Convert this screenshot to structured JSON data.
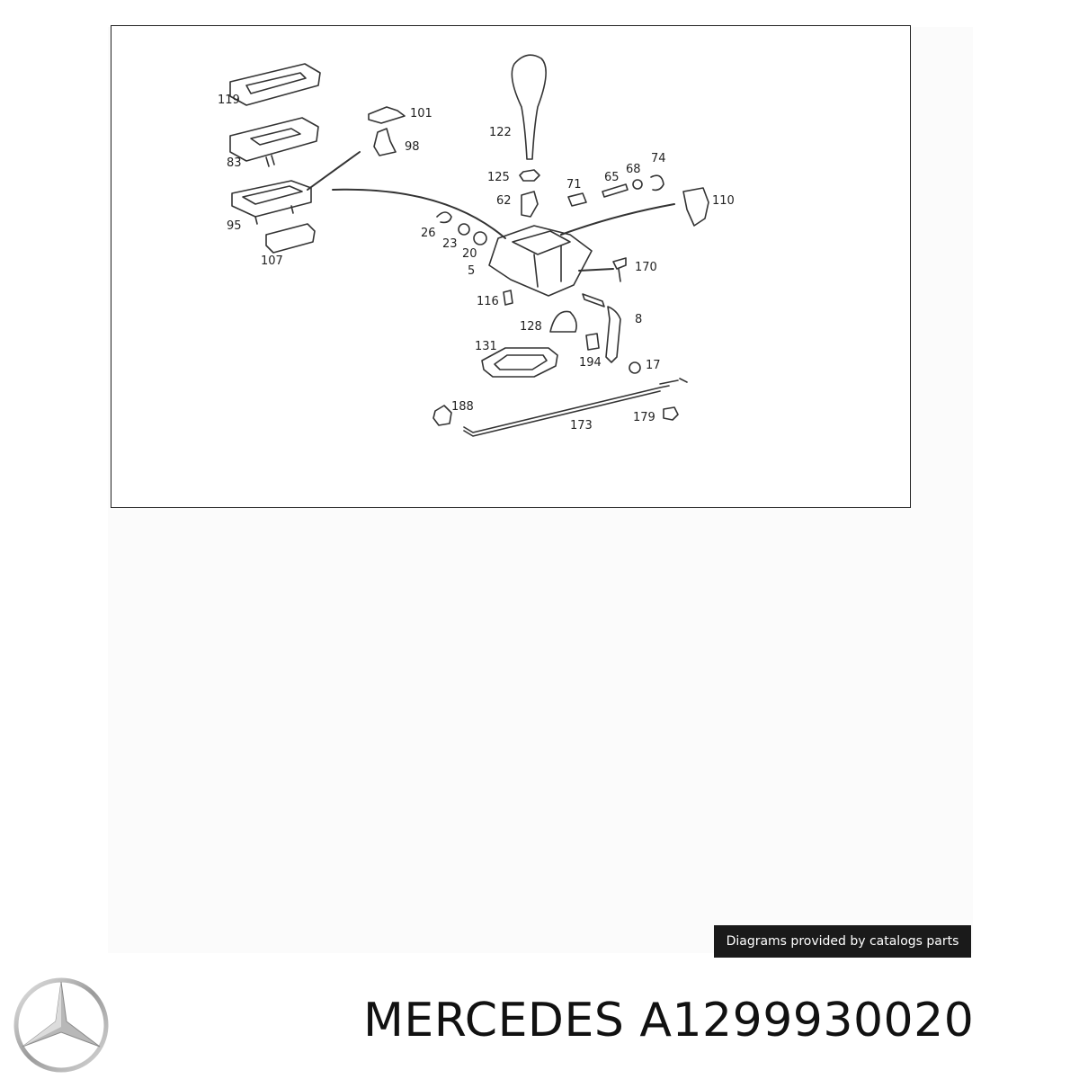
{
  "diagram": {
    "callouts": [
      "119",
      "101",
      "98",
      "83",
      "122",
      "125",
      "62",
      "71",
      "65",
      "68",
      "74",
      "110",
      "95",
      "107",
      "26",
      "23",
      "20",
      "5",
      "170",
      "116",
      "128",
      "8",
      "131",
      "194",
      "17",
      "188",
      "173",
      "179"
    ]
  },
  "credit": {
    "label": "Diagrams provided by catalogs parts"
  },
  "part": {
    "brand": "MERCEDES",
    "number": "A1299930020"
  },
  "colors": {
    "line": "#333333",
    "credit_bg": "#1a1a1a"
  }
}
